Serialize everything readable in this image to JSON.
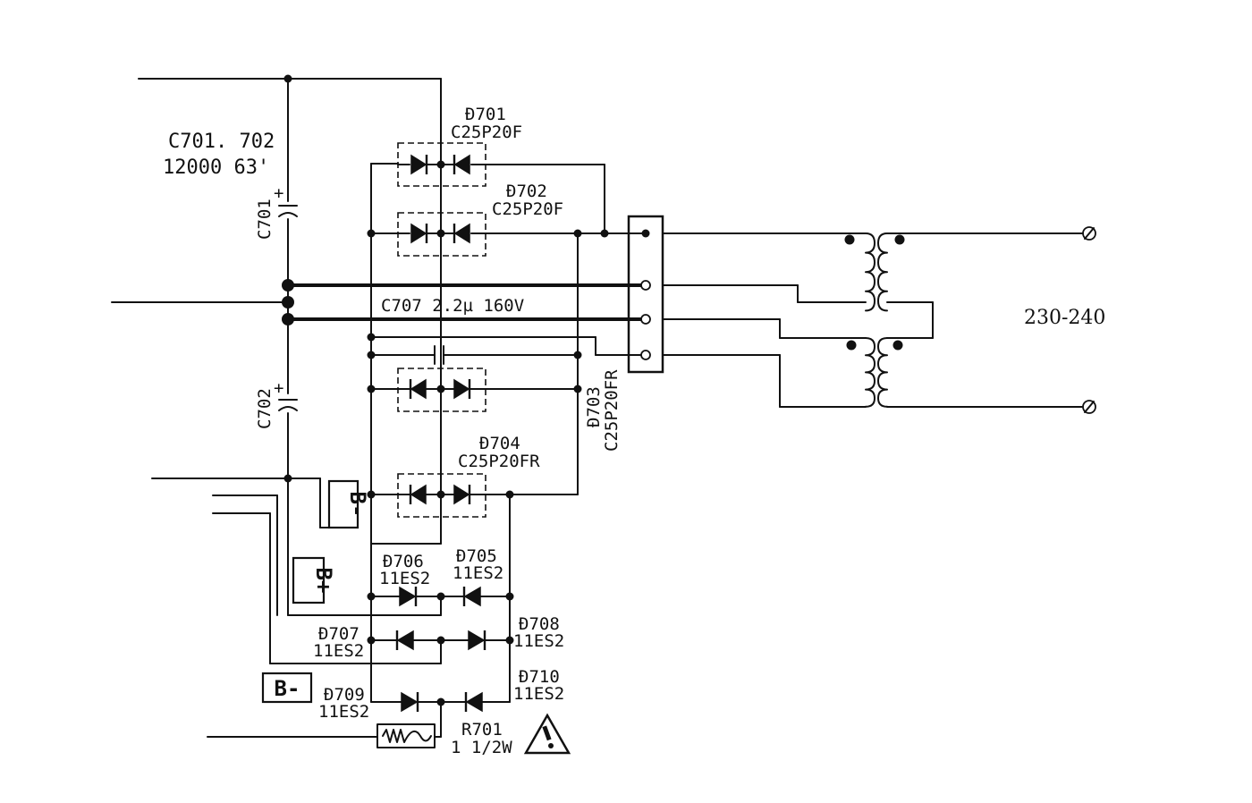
{
  "capacitors": {
    "pair_label": "C701. 702",
    "pair_value": "12000 63'",
    "c701": "C701",
    "c702": "C702",
    "plus": "+",
    "c707": "C707 2.2µ 160V"
  },
  "diodes": {
    "d701": {
      "ref": "Đ701",
      "part": "C25P20F"
    },
    "d702": {
      "ref": "Đ702",
      "part": "C25P20F"
    },
    "d703": {
      "ref": "Đ703",
      "part": "C25P20FR"
    },
    "d704": {
      "ref": "Đ704",
      "part": "C25P20FR"
    },
    "d705": {
      "ref": "Đ705",
      "part": "11ES2"
    },
    "d706": {
      "ref": "Đ706",
      "part": "11ES2"
    },
    "d707": {
      "ref": "Đ707",
      "part": "11ES2"
    },
    "d708": {
      "ref": "Đ708",
      "part": "11ES2"
    },
    "d709": {
      "ref": "Đ709",
      "part": "11ES2"
    },
    "d710": {
      "ref": "Đ710",
      "part": "11ES2"
    }
  },
  "resistor": {
    "ref": "R701",
    "value": "1 1/2W"
  },
  "tags": {
    "b_minus": "B-",
    "b_plus": "B+"
  },
  "transformer": {
    "voltage": "230-240"
  },
  "warning_icon": "warning-triangle-icon"
}
